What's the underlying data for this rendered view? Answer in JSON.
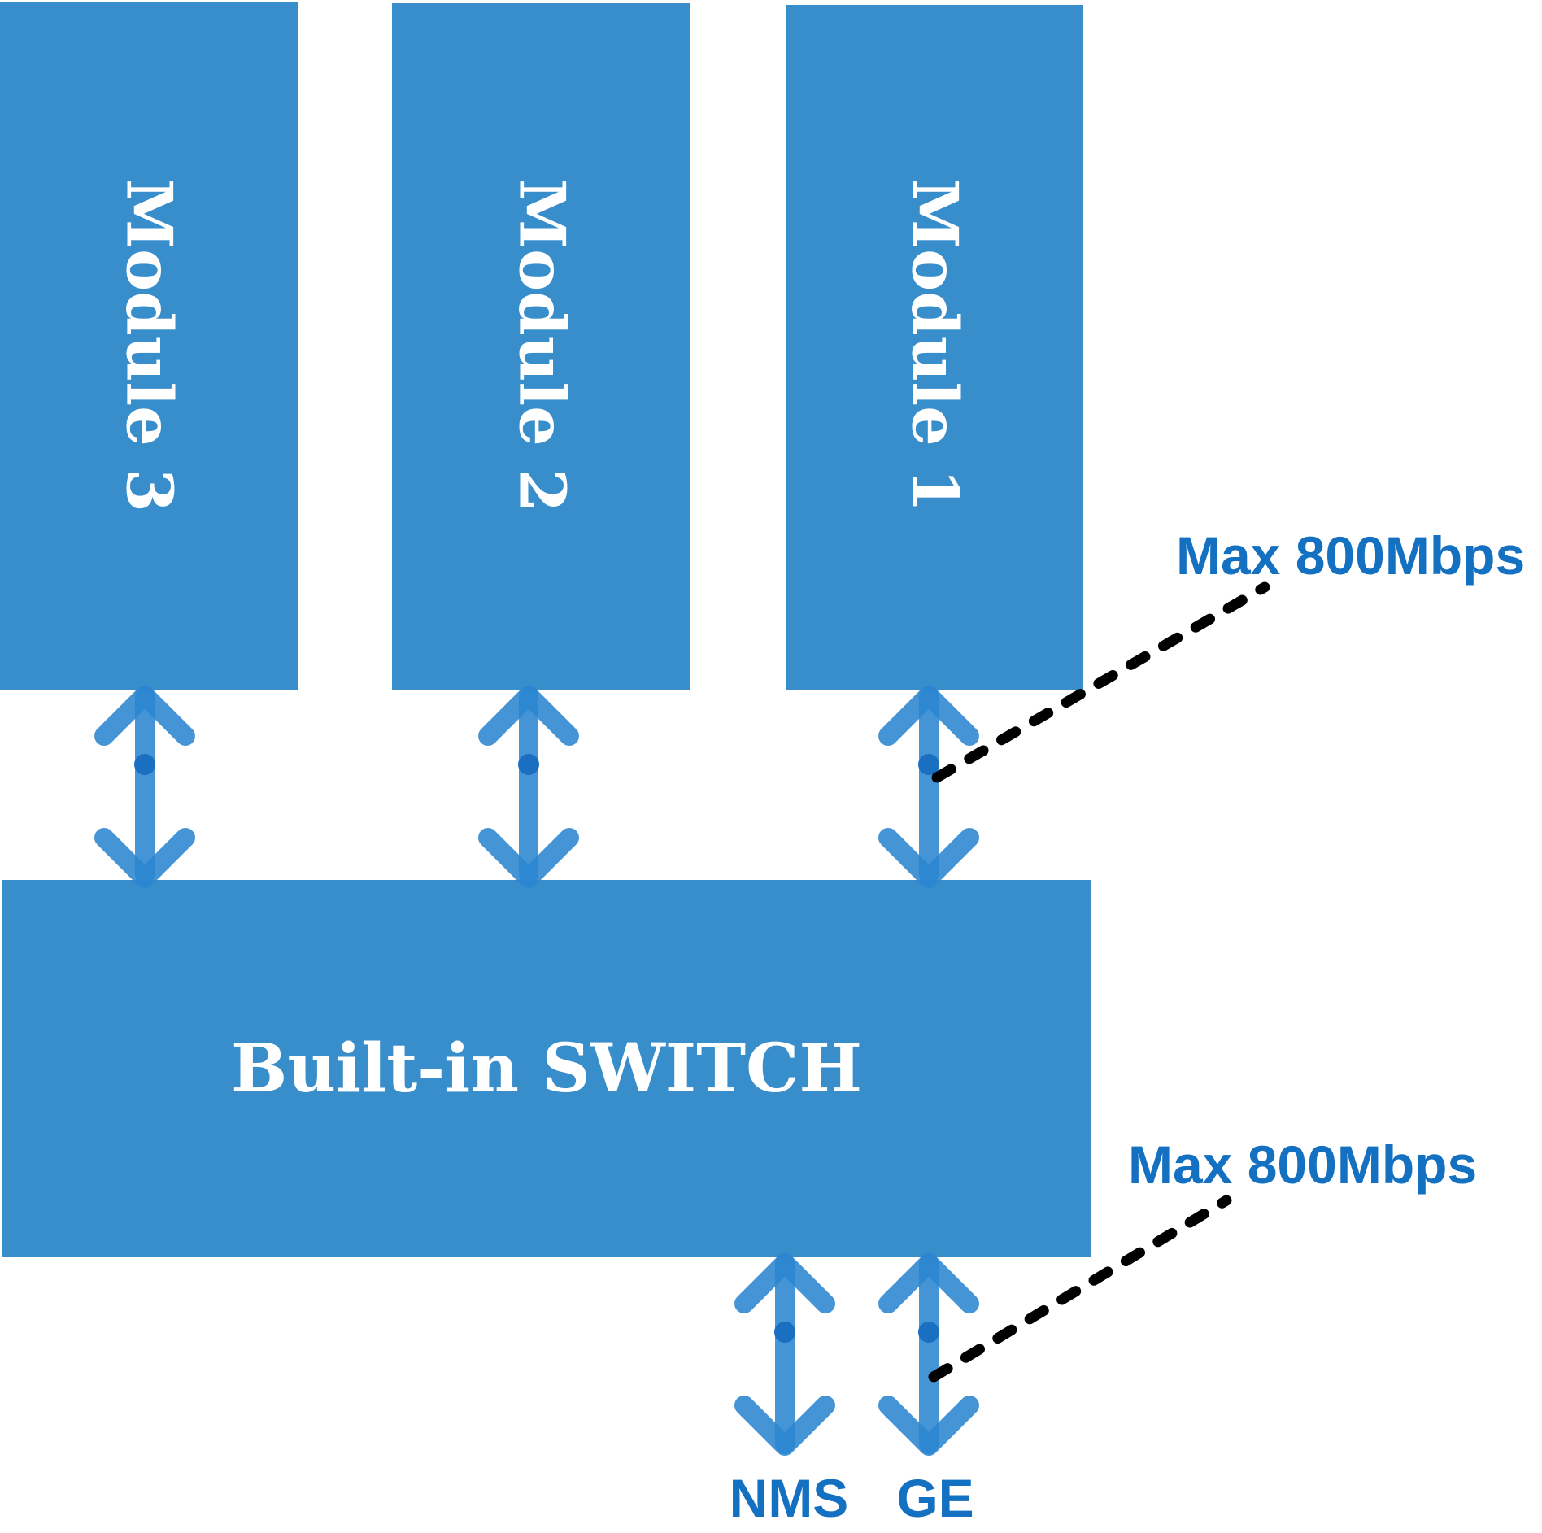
{
  "colors": {
    "block_fill": "#388dcb",
    "label_text": "#1470c0",
    "arrow": "#2b85d0",
    "leader_line": "#000000"
  },
  "modules": [
    {
      "label": "Module 3"
    },
    {
      "label": "Module 2"
    },
    {
      "label": "Module 1"
    }
  ],
  "switch": {
    "label": "Built-in SWITCH"
  },
  "bandwidth_labels": [
    {
      "text": "Max 800Mbps"
    },
    {
      "text": "Max 800Mbps"
    }
  ],
  "ports": [
    {
      "label": "NMS"
    },
    {
      "label": "GE"
    }
  ],
  "icons": {
    "bidirectional_arrow": "double-headed-arrow-icon",
    "leader_line": "dashed-leader-line"
  }
}
